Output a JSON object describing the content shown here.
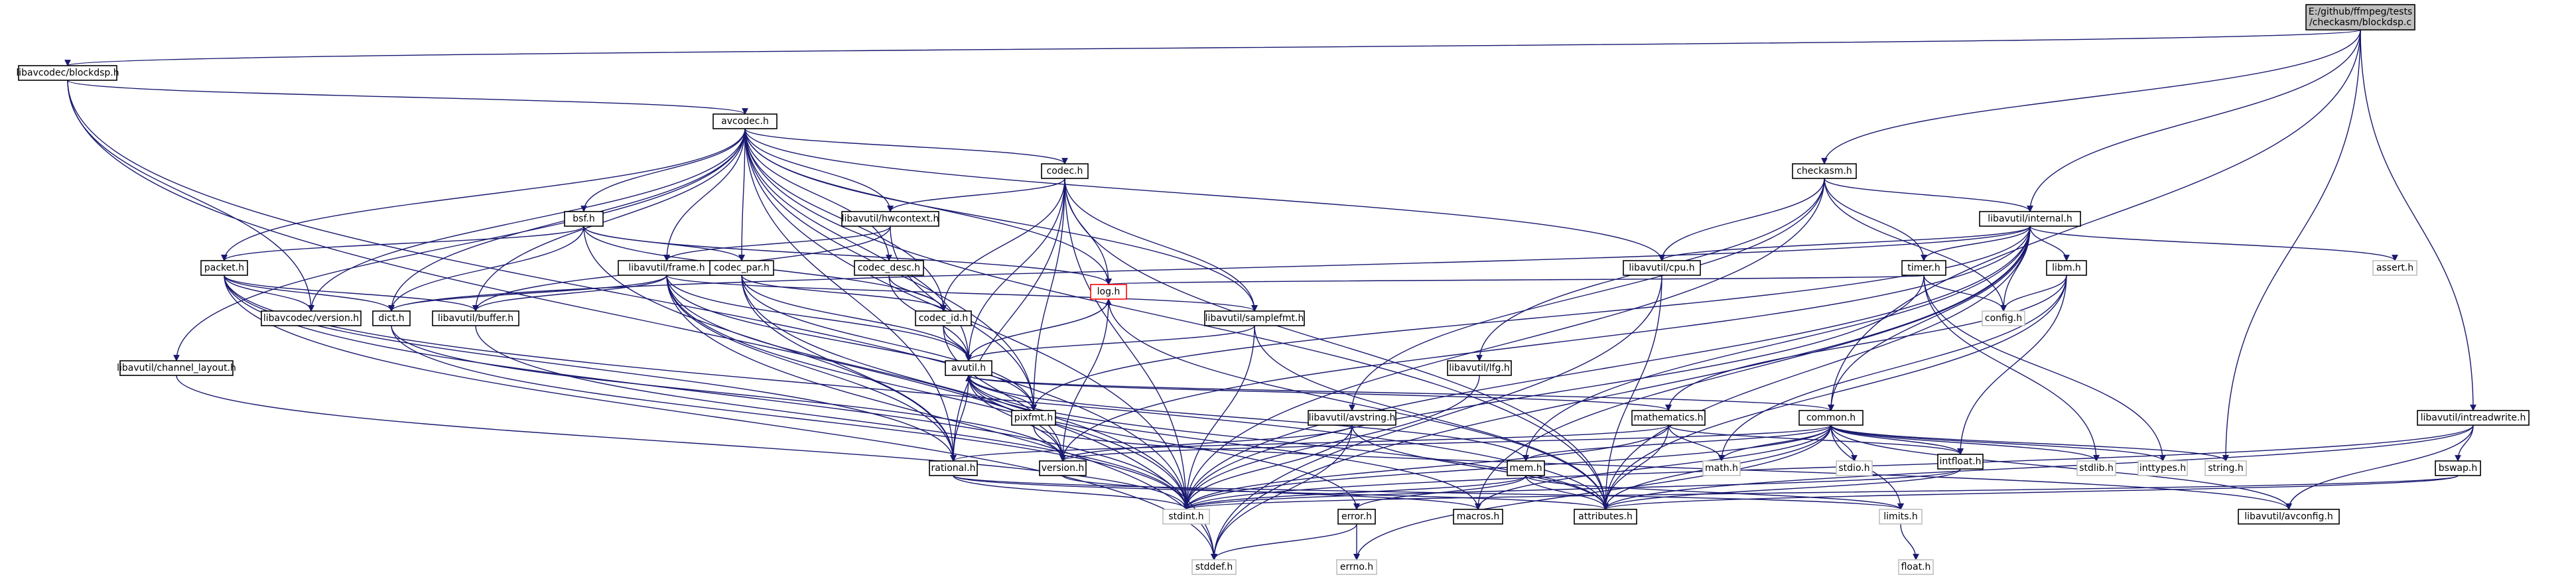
{
  "colors": {
    "edge": "#191970",
    "node_border": "#000000",
    "external_border": "#bfbfbf",
    "root_fill": "#bfbfbf"
  },
  "nodes": [
    {
      "id": "root",
      "lines": [
        "E:/github/ffmpeg/tests",
        "/checkasm/blockdsp.c"
      ],
      "kind": "root"
    },
    {
      "id": "blockdsp_h",
      "lines": [
        "libavcodec/blockdsp.h"
      ]
    },
    {
      "id": "avcodec_h",
      "lines": [
        "avcodec.h"
      ]
    },
    {
      "id": "checkasm_h",
      "lines": [
        "checkasm.h"
      ]
    },
    {
      "id": "internal_h",
      "lines": [
        "libavutil/internal.h"
      ]
    },
    {
      "id": "codec_h",
      "lines": [
        "codec.h"
      ]
    },
    {
      "id": "bsf_h",
      "lines": [
        "bsf.h"
      ]
    },
    {
      "id": "hwcontext_h",
      "lines": [
        "libavutil/hwcontext.h"
      ]
    },
    {
      "id": "packet_h",
      "lines": [
        "packet.h"
      ]
    },
    {
      "id": "frame_h",
      "lines": [
        "libavutil/frame.h"
      ]
    },
    {
      "id": "codec_par_h",
      "lines": [
        "codec_par.h"
      ]
    },
    {
      "id": "codec_desc_h",
      "lines": [
        "codec_desc.h"
      ]
    },
    {
      "id": "cpu_h",
      "lines": [
        "libavutil/cpu.h"
      ]
    },
    {
      "id": "timer_h",
      "lines": [
        "timer.h"
      ]
    },
    {
      "id": "libm_h",
      "lines": [
        "libm.h"
      ]
    },
    {
      "id": "assert_h",
      "lines": [
        "assert.h"
      ],
      "kind": "external"
    },
    {
      "id": "log_h",
      "lines": [
        "log.h"
      ],
      "kind": "red"
    },
    {
      "id": "samplefmt_h",
      "lines": [
        "libavutil/samplefmt.h"
      ]
    },
    {
      "id": "config_h",
      "lines": [
        "config.h"
      ],
      "kind": "external"
    },
    {
      "id": "libavcodec_version_h",
      "lines": [
        "libavcodec/version.h"
      ]
    },
    {
      "id": "dict_h",
      "lines": [
        "dict.h"
      ]
    },
    {
      "id": "buffer_h",
      "lines": [
        "libavutil/buffer.h"
      ]
    },
    {
      "id": "codec_id_h",
      "lines": [
        "codec_id.h"
      ]
    },
    {
      "id": "lfg_h",
      "lines": [
        "libavutil/lfg.h"
      ]
    },
    {
      "id": "channel_layout_h",
      "lines": [
        "libavutil/channel_layout.h"
      ]
    },
    {
      "id": "avutil_h",
      "lines": [
        "avutil.h"
      ]
    },
    {
      "id": "pixfmt_h",
      "lines": [
        "pixfmt.h"
      ]
    },
    {
      "id": "mathematics_h",
      "lines": [
        "mathematics.h"
      ]
    },
    {
      "id": "common_h",
      "lines": [
        "common.h"
      ]
    },
    {
      "id": "avstring_h",
      "lines": [
        "libavutil/avstring.h"
      ]
    },
    {
      "id": "intreadwrite_h",
      "lines": [
        "libavutil/intreadwrite.h"
      ]
    },
    {
      "id": "rational_h",
      "lines": [
        "rational.h"
      ]
    },
    {
      "id": "version_h",
      "lines": [
        "version.h"
      ]
    },
    {
      "id": "math_h",
      "lines": [
        "math.h"
      ],
      "kind": "external"
    },
    {
      "id": "stdio_h",
      "lines": [
        "stdio.h"
      ],
      "kind": "external"
    },
    {
      "id": "stdlib_h",
      "lines": [
        "stdlib.h"
      ],
      "kind": "external"
    },
    {
      "id": "inttypes_h",
      "lines": [
        "inttypes.h"
      ],
      "kind": "external"
    },
    {
      "id": "string_h",
      "lines": [
        "string.h"
      ],
      "kind": "external"
    },
    {
      "id": "intfloat_h",
      "lines": [
        "intfloat.h"
      ]
    },
    {
      "id": "mem_h",
      "lines": [
        "mem.h"
      ]
    },
    {
      "id": "bswap_h",
      "lines": [
        "bswap.h"
      ]
    },
    {
      "id": "stdint_h",
      "lines": [
        "stdint.h"
      ],
      "kind": "external"
    },
    {
      "id": "macros_h",
      "lines": [
        "macros.h"
      ]
    },
    {
      "id": "error_h",
      "lines": [
        "error.h"
      ]
    },
    {
      "id": "attributes_h",
      "lines": [
        "attributes.h"
      ]
    },
    {
      "id": "limits_h",
      "lines": [
        "limits.h"
      ],
      "kind": "external"
    },
    {
      "id": "avconfig_h",
      "lines": [
        "libavutil/avconfig.h"
      ]
    },
    {
      "id": "stddef_h",
      "lines": [
        "stddef.h"
      ],
      "kind": "external"
    },
    {
      "id": "errno_h",
      "lines": [
        "errno.h"
      ],
      "kind": "external"
    },
    {
      "id": "float_h",
      "lines": [
        "float.h"
      ],
      "kind": "external"
    }
  ],
  "edges": [
    [
      "root",
      "blockdsp_h"
    ],
    [
      "root",
      "checkasm_h"
    ],
    [
      "root",
      "internal_h"
    ],
    [
      "root",
      "intreadwrite_h"
    ],
    [
      "root",
      "common_h"
    ],
    [
      "root",
      "string_h"
    ],
    [
      "blockdsp_h",
      "avcodec_h"
    ],
    [
      "blockdsp_h",
      "libavcodec_version_h"
    ],
    [
      "blockdsp_h",
      "stdint_h"
    ],
    [
      "blockdsp_h",
      "stddef_h"
    ],
    [
      "avcodec_h",
      "codec_h"
    ],
    [
      "avcodec_h",
      "bsf_h"
    ],
    [
      "avcodec_h",
      "hwcontext_h"
    ],
    [
      "avcodec_h",
      "packet_h"
    ],
    [
      "avcodec_h",
      "frame_h"
    ],
    [
      "avcodec_h",
      "codec_par_h"
    ],
    [
      "avcodec_h",
      "codec_desc_h"
    ],
    [
      "avcodec_h",
      "cpu_h"
    ],
    [
      "avcodec_h",
      "log_h"
    ],
    [
      "avcodec_h",
      "samplefmt_h"
    ],
    [
      "avcodec_h",
      "libavcodec_version_h"
    ],
    [
      "avcodec_h",
      "dict_h"
    ],
    [
      "avcodec_h",
      "buffer_h"
    ],
    [
      "avcodec_h",
      "codec_id_h"
    ],
    [
      "avcodec_h",
      "channel_layout_h"
    ],
    [
      "avcodec_h",
      "avutil_h"
    ],
    [
      "avcodec_h",
      "pixfmt_h"
    ],
    [
      "avcodec_h",
      "rational_h"
    ],
    [
      "avcodec_h",
      "attributes_h"
    ],
    [
      "avcodec_h",
      "stdint_h"
    ],
    [
      "checkasm_h",
      "internal_h"
    ],
    [
      "checkasm_h",
      "cpu_h"
    ],
    [
      "checkasm_h",
      "timer_h"
    ],
    [
      "checkasm_h",
      "lfg_h"
    ],
    [
      "checkasm_h",
      "avstring_h"
    ],
    [
      "checkasm_h",
      "config_h"
    ],
    [
      "checkasm_h",
      "stdint_h"
    ],
    [
      "internal_h",
      "cpu_h"
    ],
    [
      "internal_h",
      "timer_h"
    ],
    [
      "internal_h",
      "libm_h"
    ],
    [
      "internal_h",
      "assert_h"
    ],
    [
      "internal_h",
      "config_h"
    ],
    [
      "internal_h",
      "dict_h"
    ],
    [
      "internal_h",
      "pixfmt_h"
    ],
    [
      "internal_h",
      "version_h"
    ],
    [
      "internal_h",
      "mem_h"
    ],
    [
      "internal_h",
      "attributes_h"
    ],
    [
      "internal_h",
      "macros_h"
    ],
    [
      "internal_h",
      "stddef_h"
    ],
    [
      "internal_h",
      "stdint_h"
    ],
    [
      "internal_h",
      "common_h"
    ],
    [
      "codec_h",
      "hwcontext_h"
    ],
    [
      "codec_h",
      "codec_id_h"
    ],
    [
      "codec_h",
      "log_h"
    ],
    [
      "codec_h",
      "samplefmt_h"
    ],
    [
      "codec_h",
      "avutil_h"
    ],
    [
      "codec_h",
      "pixfmt_h"
    ],
    [
      "codec_h",
      "rational_h"
    ],
    [
      "codec_h",
      "attributes_h"
    ],
    [
      "codec_h",
      "stdint_h"
    ],
    [
      "bsf_h",
      "packet_h"
    ],
    [
      "bsf_h",
      "codec_id_h"
    ],
    [
      "bsf_h",
      "codec_par_h"
    ],
    [
      "bsf_h",
      "dict_h"
    ],
    [
      "bsf_h",
      "log_h"
    ],
    [
      "bsf_h",
      "rational_h"
    ],
    [
      "hwcontext_h",
      "frame_h"
    ],
    [
      "hwcontext_h",
      "buffer_h"
    ],
    [
      "hwcontext_h",
      "pixfmt_h"
    ],
    [
      "packet_h",
      "libavcodec_version_h"
    ],
    [
      "packet_h",
      "dict_h"
    ],
    [
      "packet_h",
      "buffer_h"
    ],
    [
      "packet_h",
      "rational_h"
    ],
    [
      "packet_h",
      "attributes_h"
    ],
    [
      "packet_h",
      "stdint_h"
    ],
    [
      "packet_h",
      "stddef_h"
    ],
    [
      "frame_h",
      "avutil_h"
    ],
    [
      "frame_h",
      "buffer_h"
    ],
    [
      "frame_h",
      "dict_h"
    ],
    [
      "frame_h",
      "rational_h"
    ],
    [
      "frame_h",
      "samplefmt_h"
    ],
    [
      "frame_h",
      "pixfmt_h"
    ],
    [
      "frame_h",
      "version_h"
    ],
    [
      "frame_h",
      "stdint_h"
    ],
    [
      "frame_h",
      "stddef_h"
    ],
    [
      "codec_par_h",
      "avutil_h"
    ],
    [
      "codec_par_h",
      "rational_h"
    ],
    [
      "codec_par_h",
      "pixfmt_h"
    ],
    [
      "codec_par_h",
      "codec_id_h"
    ],
    [
      "codec_par_h",
      "stdint_h"
    ],
    [
      "codec_desc_h",
      "avutil_h"
    ],
    [
      "codec_desc_h",
      "codec_id_h"
    ],
    [
      "cpu_h",
      "attributes_h"
    ],
    [
      "cpu_h",
      "stddef_h"
    ],
    [
      "timer_h",
      "log_h"
    ],
    [
      "timer_h",
      "config_h"
    ],
    [
      "timer_h",
      "inttypes_h"
    ],
    [
      "timer_h",
      "stdlib_h"
    ],
    [
      "timer_h",
      "stdint_h"
    ],
    [
      "libm_h",
      "attributes_h"
    ],
    [
      "libm_h",
      "intfloat_h"
    ],
    [
      "libm_h",
      "mathematics_h"
    ],
    [
      "libm_h",
      "config_h"
    ],
    [
      "libm_h",
      "math_h"
    ],
    [
      "log_h",
      "avutil_h"
    ],
    [
      "log_h",
      "attributes_h"
    ],
    [
      "log_h",
      "version_h"
    ],
    [
      "samplefmt_h",
      "avutil_h"
    ],
    [
      "samplefmt_h",
      "attributes_h"
    ],
    [
      "samplefmt_h",
      "stdint_h"
    ],
    [
      "dict_h",
      "version_h"
    ],
    [
      "dict_h",
      "stdint_h"
    ],
    [
      "buffer_h",
      "stdint_h"
    ],
    [
      "codec_id_h",
      "avutil_h"
    ],
    [
      "codec_id_h",
      "version_h"
    ],
    [
      "lfg_h",
      "stdint_h"
    ],
    [
      "channel_layout_h",
      "stdint_h"
    ],
    [
      "avutil_h",
      "common_h"
    ],
    [
      "avutil_h",
      "error_h"
    ],
    [
      "avutil_h",
      "rational_h"
    ],
    [
      "avutil_h",
      "version_h"
    ],
    [
      "avutil_h",
      "macros_h"
    ],
    [
      "avutil_h",
      "mathematics_h"
    ],
    [
      "avutil_h",
      "log_h"
    ],
    [
      "avutil_h",
      "pixfmt_h"
    ],
    [
      "avutil_h",
      "attributes_h"
    ],
    [
      "pixfmt_h",
      "avconfig_h"
    ],
    [
      "pixfmt_h",
      "version_h"
    ],
    [
      "mathematics_h",
      "attributes_h"
    ],
    [
      "mathematics_h",
      "rational_h"
    ],
    [
      "mathematics_h",
      "intfloat_h"
    ],
    [
      "mathematics_h",
      "math_h"
    ],
    [
      "mathematics_h",
      "stdint_h"
    ],
    [
      "common_h",
      "attributes_h"
    ],
    [
      "common_h",
      "macros_h"
    ],
    [
      "common_h",
      "version_h"
    ],
    [
      "common_h",
      "mem_h"
    ],
    [
      "common_h",
      "math_h"
    ],
    [
      "common_h",
      "stdio_h"
    ],
    [
      "common_h",
      "stdlib_h"
    ],
    [
      "common_h",
      "inttypes_h"
    ],
    [
      "common_h",
      "string_h"
    ],
    [
      "common_h",
      "limits_h"
    ],
    [
      "common_h",
      "errno_h"
    ],
    [
      "common_h",
      "avconfig_h"
    ],
    [
      "common_h",
      "intfloat_h"
    ],
    [
      "common_h",
      "stdint_h"
    ],
    [
      "avstring_h",
      "attributes_h"
    ],
    [
      "avstring_h",
      "version_h"
    ],
    [
      "avstring_h",
      "stddef_h"
    ],
    [
      "avstring_h",
      "stdint_h"
    ],
    [
      "intreadwrite_h",
      "bswap_h"
    ],
    [
      "intreadwrite_h",
      "attributes_h"
    ],
    [
      "intreadwrite_h",
      "avconfig_h"
    ],
    [
      "intreadwrite_h",
      "stdint_h"
    ],
    [
      "rational_h",
      "attributes_h"
    ],
    [
      "rational_h",
      "stdint_h"
    ],
    [
      "rational_h",
      "limits_h"
    ],
    [
      "version_h",
      "macros_h"
    ],
    [
      "intfloat_h",
      "attributes_h"
    ],
    [
      "intfloat_h",
      "stdint_h"
    ],
    [
      "mem_h",
      "attributes_h"
    ],
    [
      "mem_h",
      "error_h"
    ],
    [
      "mem_h",
      "avutil_h"
    ],
    [
      "mem_h",
      "limits_h"
    ],
    [
      "mem_h",
      "stdint_h"
    ],
    [
      "bswap_h",
      "attributes_h"
    ],
    [
      "bswap_h",
      "stdint_h"
    ],
    [
      "error_h",
      "errno_h"
    ],
    [
      "error_h",
      "stddef_h"
    ],
    [
      "limits_h",
      "float_h"
    ]
  ]
}
